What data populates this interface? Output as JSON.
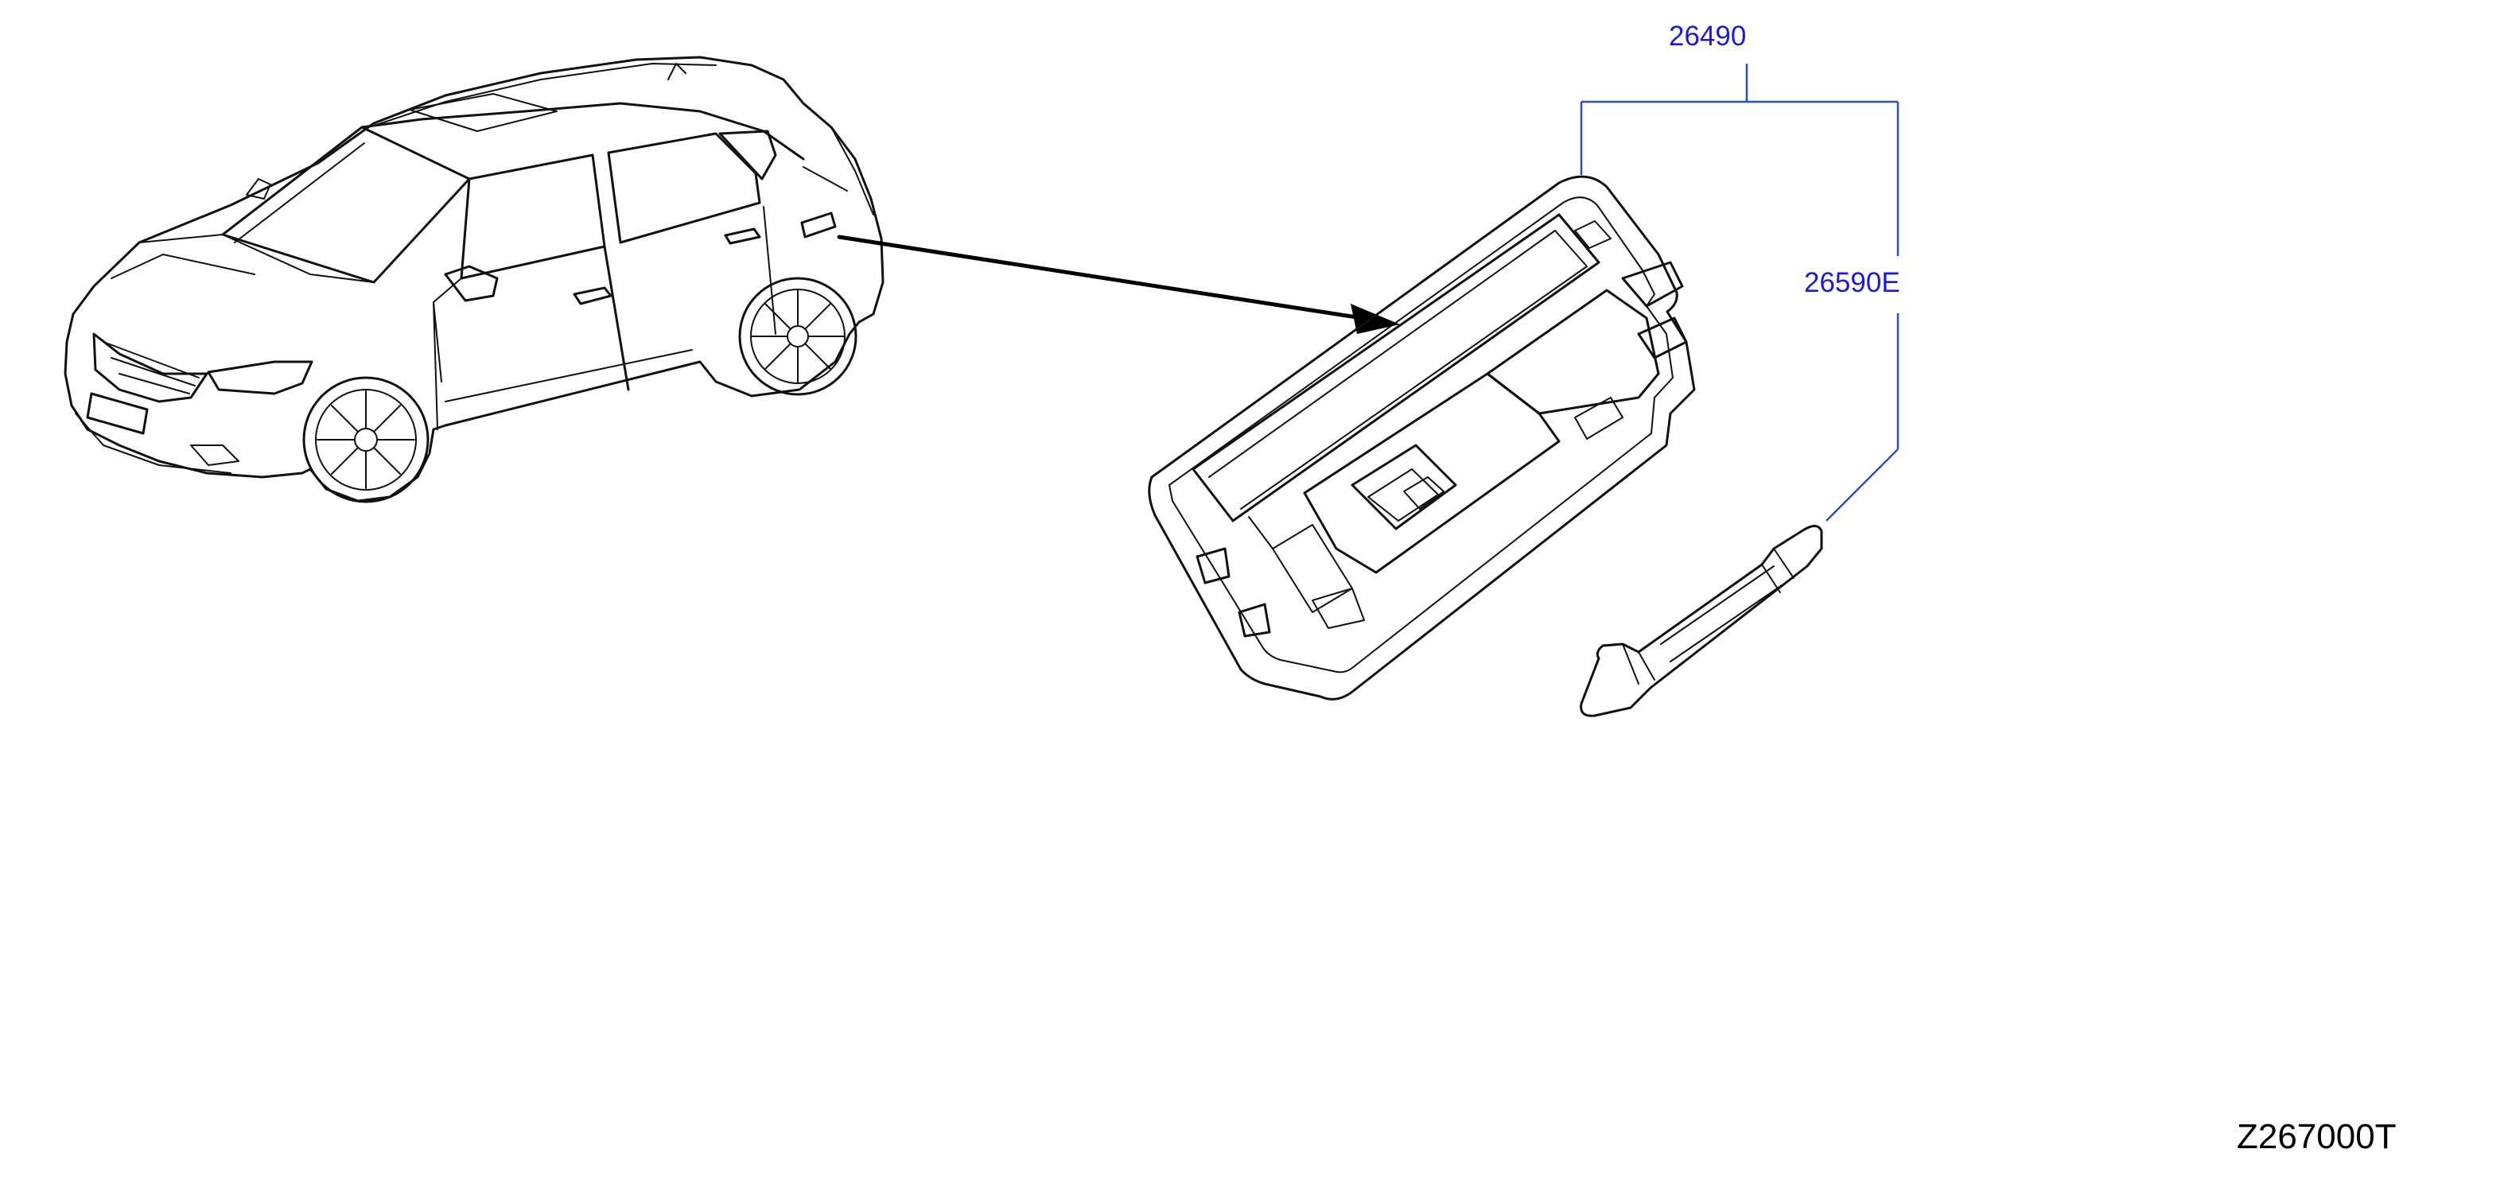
{
  "callouts": {
    "housing_part_number": "26490",
    "bulb_part_number": "26590E"
  },
  "figure_code": "Z267000T",
  "colors": {
    "callout": "#1a1adc",
    "leader_line": "#2a4fc8",
    "linework": "#111111",
    "background": "#ffffff"
  }
}
